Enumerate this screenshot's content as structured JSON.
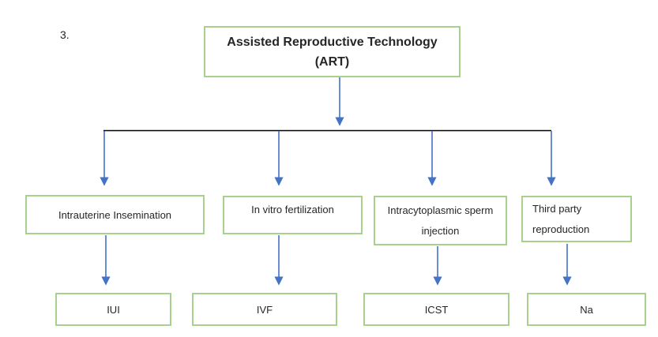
{
  "page_label": "3.",
  "colors": {
    "box_border": "#a9d18e",
    "arrow": "#4472c4",
    "connector_line": "#000000",
    "text": "#262626",
    "background": "#ffffff"
  },
  "root": {
    "title": "Assisted Reproductive Technology",
    "subtitle": "(ART)"
  },
  "branches": [
    {
      "method": "Intrauterine Insemination",
      "abbreviation": "IUI"
    },
    {
      "method": "In vitro fertilization",
      "abbreviation": "IVF"
    },
    {
      "method": "Intracytoplasmic sperm injection",
      "abbreviation": "ICST"
    },
    {
      "method": "Third party reproduction",
      "abbreviation": "Na"
    }
  ]
}
